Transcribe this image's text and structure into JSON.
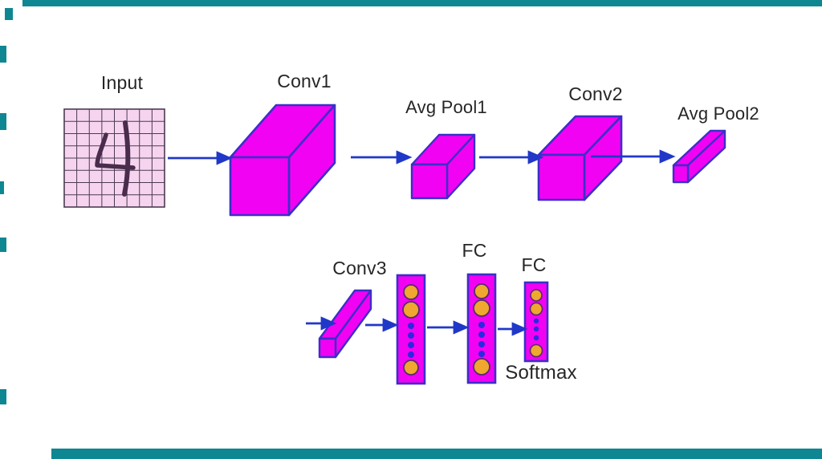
{
  "diagram": {
    "type": "cnn-architecture",
    "labels": {
      "input": "Input",
      "conv1": "Conv1",
      "avg_pool1": "Avg Pool1",
      "conv2": "Conv2",
      "avg_pool2": "Avg Pool2",
      "conv3": "Conv3",
      "fc1": "FC",
      "fc2": "FC",
      "softmax": "Softmax"
    },
    "input_digit": "4",
    "input_grid": {
      "rows": 8,
      "cols": 8
    },
    "fc_layers": [
      {
        "name": "fc-column-1",
        "orange_neurons_top": 2,
        "blue_dots": 4,
        "orange_neurons_bottom": 1
      },
      {
        "name": "fc-column-2",
        "orange_neurons_top": 2,
        "blue_dots": 4,
        "orange_neurons_bottom": 1
      },
      {
        "name": "fc-column-3",
        "orange_neurons_top": 2,
        "blue_dots": 3,
        "orange_neurons_bottom": 1
      }
    ],
    "flow": [
      "Input",
      "Conv1",
      "Avg Pool1",
      "Conv2",
      "Avg Pool2",
      "Conv3",
      "FC",
      "FC",
      "Softmax"
    ],
    "colors": {
      "node_fill": "#f202f2",
      "node_border": "#3b2fc9",
      "arrow": "#2038c8",
      "grid_fill": "#f6d4ef",
      "grid_line": "#4b3b52",
      "digit": "#4a2c4c",
      "neuron_fill": "#efa72f",
      "neuron_border": "#5a2a6e",
      "dot_fill": "#2a2ae0",
      "edge_accent": "#0e8793",
      "text": "#262626",
      "background": "#ffffff"
    }
  }
}
